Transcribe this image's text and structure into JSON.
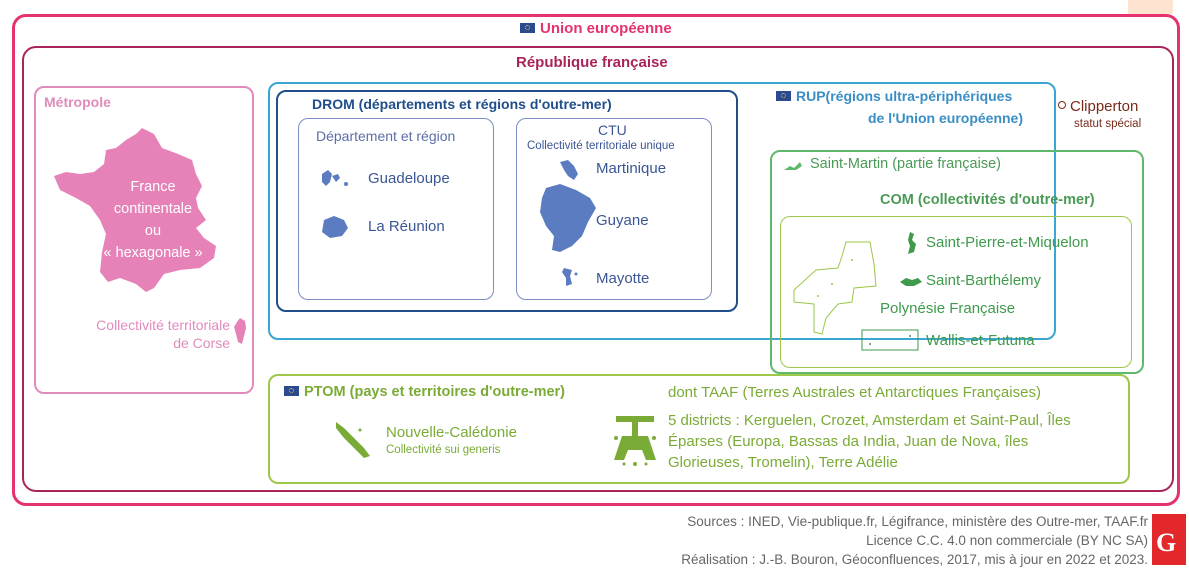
{
  "eu": {
    "title": "Union européenne"
  },
  "republic": {
    "title": "République française"
  },
  "metropole": {
    "title": "Métropole",
    "france_lines": [
      "France",
      "continentale",
      "ou",
      "« hexagonale »"
    ],
    "corse_line1": "Collectivité territoriale",
    "corse_line2": "de Corse"
  },
  "drom": {
    "title": "DROM (départements et régions d'outre-mer)",
    "dept_region": {
      "title": "Département et région",
      "items": [
        "Guadeloupe",
        "La Réunion"
      ]
    },
    "ctu": {
      "title": "CTU",
      "subtitle": "Collectivité territoriale unique",
      "items": [
        "Martinique",
        "Guyane",
        "Mayotte"
      ]
    }
  },
  "rup": {
    "line1": "RUP(régions ultra-périphériques",
    "line2": "de l'Union européenne)"
  },
  "clipperton": {
    "name": "Clipperton",
    "note": "statut spécial"
  },
  "saint_martin": {
    "label": "Saint-Martin (partie française)"
  },
  "com": {
    "title": "COM (collectivités d'outre-mer)",
    "items": [
      "Saint-Pierre-et-Miquelon",
      "Saint-Barthélemy",
      "Polynésie Française",
      "Wallis-et-Futuna"
    ]
  },
  "ptom": {
    "title": "PTOM (pays et territoires d'outre-mer)",
    "nc_name": "Nouvelle-Calédonie",
    "nc_status": "Collectivité sui generis",
    "taaf_title": "dont TAAF (Terres Australes et Antarctiques Françaises)",
    "taaf_lines": [
      "5 districts : Kerguelen, Crozet, Amsterdam et Saint-Paul, Îles",
      "Éparses (Europa, Bassas da India, Juan de Nova, îles",
      "Glorieuses, Tromelin), Terre Adélie"
    ]
  },
  "footer": {
    "sources": "Sources : INED, Vie-publique.fr, Légifrance, ministère des Outre-mer, TAAF.fr",
    "licence": "Licence C.C. 4.0 non commerciale (BY NC SA)",
    "realisation": "Réalisation : J.-B. Bouron, Géoconfluences, 2017, mis à jour en 2022 et 2023."
  },
  "colors": {
    "eu": "#e6336f",
    "republic": "#a8245a",
    "metropole": "#e18bbd",
    "drom": "#1f4e8a",
    "drom_inner": "#7d8fc0",
    "rup": "#3aa6d4",
    "com": "#5fb86e",
    "ptom": "#9dc84a",
    "territory_blue": "#5b7cc0",
    "clipperton": "#7a2a1a",
    "footer": "#666666"
  }
}
